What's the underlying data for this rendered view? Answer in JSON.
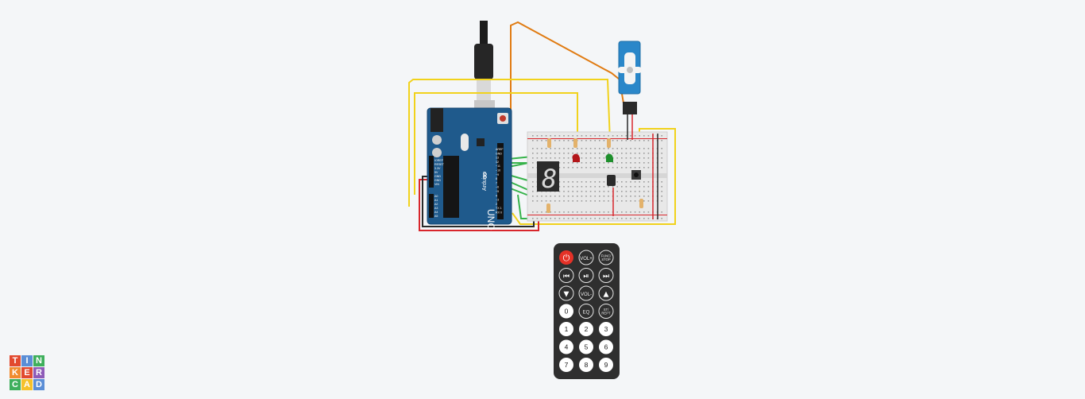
{
  "arduino": {
    "brand": "Arduino",
    "model": "UNO",
    "header_labels_left": [
      "IOREF",
      "RESET",
      "3.3V",
      "5V",
      "GND",
      "GND",
      "VIN"
    ],
    "analog_labels": [
      "A0",
      "A1",
      "A2",
      "A3",
      "A4",
      "A5"
    ],
    "digital_labels": [
      "AREF",
      "GND",
      "13",
      "12",
      "~11",
      "~10",
      "~9",
      "8",
      "7",
      "~6",
      "~5",
      "4",
      "~3",
      "2",
      "TX 1",
      "RX 0"
    ]
  },
  "display": {
    "digit": "8"
  },
  "remote": {
    "buttons": [
      "",
      "VOL+",
      "FUNC/\nSTOP",
      "",
      "",
      "",
      "",
      "VOL-",
      "",
      "0",
      "EQ",
      "ST/\nREPT",
      "1",
      "2",
      "3",
      "4",
      "5",
      "6",
      "7",
      "8",
      "9"
    ],
    "button_names": [
      "power",
      "vol-up",
      "func-stop",
      "prev",
      "play-pause",
      "next",
      "down",
      "vol-down",
      "up",
      "0",
      "eq",
      "st-rept",
      "1",
      "2",
      "3",
      "4",
      "5",
      "6",
      "7",
      "8",
      "9"
    ]
  },
  "logo": {
    "letters": [
      "T",
      "I",
      "N",
      "K",
      "E",
      "R",
      "C",
      "A",
      "D"
    ],
    "colors": [
      "#e2492f",
      "#5b8ed6",
      "#3eaf5c",
      "#f08b2f",
      "#e2492f",
      "#8e5bb8",
      "#3eaf5c",
      "#f6c12b",
      "#5b8ed6"
    ]
  },
  "colors": {
    "wire_yellow": "#f1d21c",
    "wire_orange": "#e07b12",
    "wire_green": "#36b34a",
    "wire_red": "#d8262c",
    "wire_black": "#2a2a2a",
    "board_blue": "#1f5a8c",
    "servo_blue": "#2a87c9"
  }
}
